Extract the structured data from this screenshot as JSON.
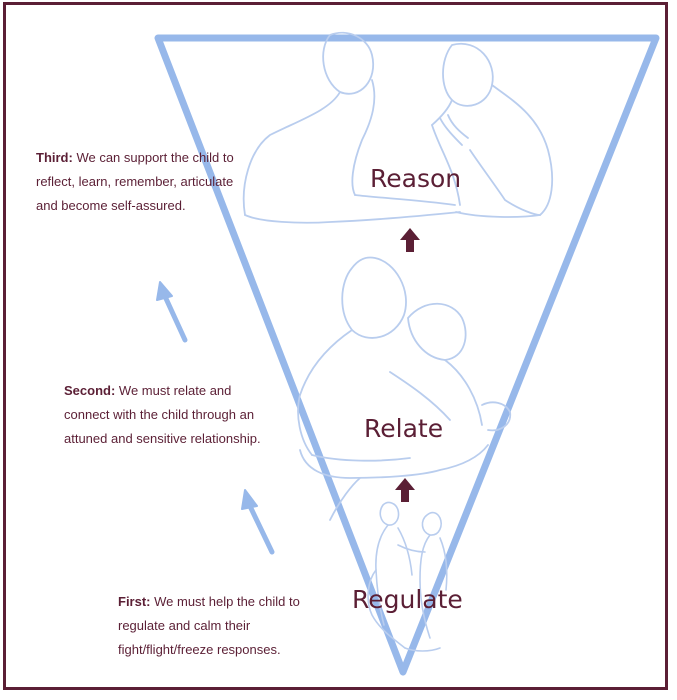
{
  "levels": {
    "reason": "Reason",
    "relate": "Relate",
    "regulate": "Regulate"
  },
  "notes": {
    "third": {
      "heading": "Third:",
      "body": " We can support the child to reflect, learn, remember, articulate and become self-assured."
    },
    "second": {
      "heading": "Second:",
      "body": " We must relate and connect with the child through an attuned and sensitive relationship."
    },
    "first": {
      "heading": "First:",
      "body": " We must help the child to regulate and calm their fight/flight/freeze responses."
    }
  },
  "icons": {
    "progress_arrows": "up-arrow-icon",
    "figures": "person-figure-icon"
  },
  "colors": {
    "triangle": "#97b8ea",
    "text": "#5b1f35",
    "figure_outline": "#b9cdee",
    "small_arrow": "#5b1f35",
    "frame": "#5b1f35"
  }
}
